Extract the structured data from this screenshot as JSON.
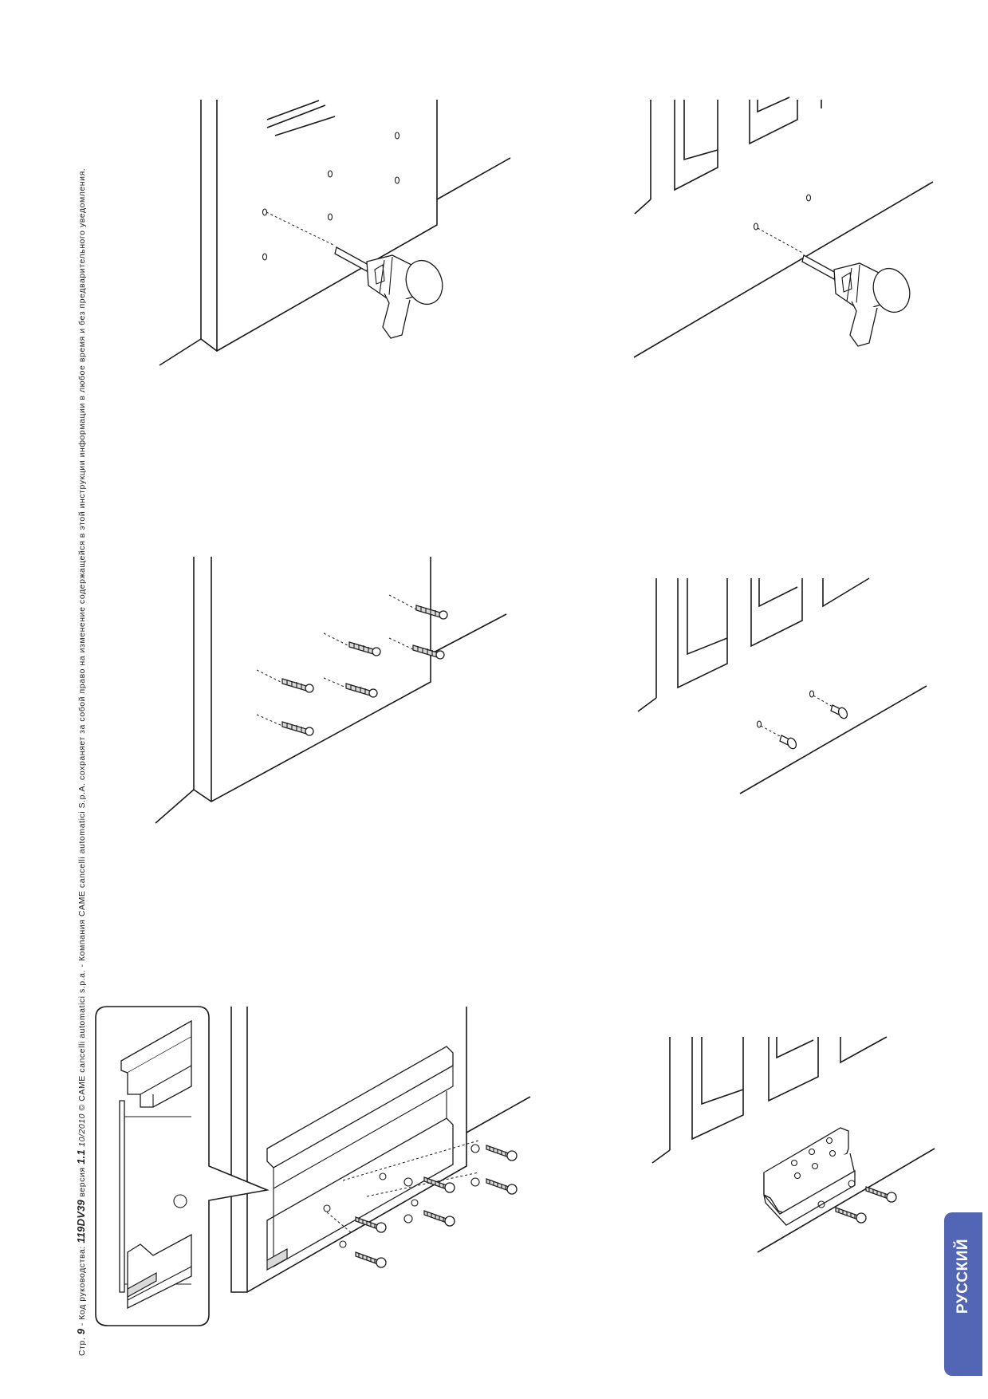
{
  "header": {
    "page_prefix": "Стр.",
    "page_number": "9",
    "manual_code_prefix": "- Код руководства:",
    "manual_code": "119DV39",
    "version_prefix": "версия",
    "version": "1.1",
    "date": "10/2010",
    "copyright": "© CAME cancelli automatici s.p.a. - Компания CAME cancelli automatici S.p.A. сохраняет за собой право на изменение содержащейся в этой инструкции информации в любое время и без предварительного уведомления."
  },
  "language_tab": {
    "label": "РУССКИЙ",
    "color": "#5266b5"
  },
  "figures": [
    {
      "id": "fig-drill-wall",
      "depicts": "drill-icon"
    },
    {
      "id": "fig-drill-pillar",
      "depicts": "drill-icon"
    },
    {
      "id": "fig-anchors-wall",
      "depicts": "anchor-icon"
    },
    {
      "id": "fig-anchors-pillar",
      "depicts": "anchor-icon"
    },
    {
      "id": "fig-rail-mount",
      "depicts": "rail-profile-icon"
    },
    {
      "id": "fig-bracket-mount",
      "depicts": "bracket-icon"
    }
  ]
}
